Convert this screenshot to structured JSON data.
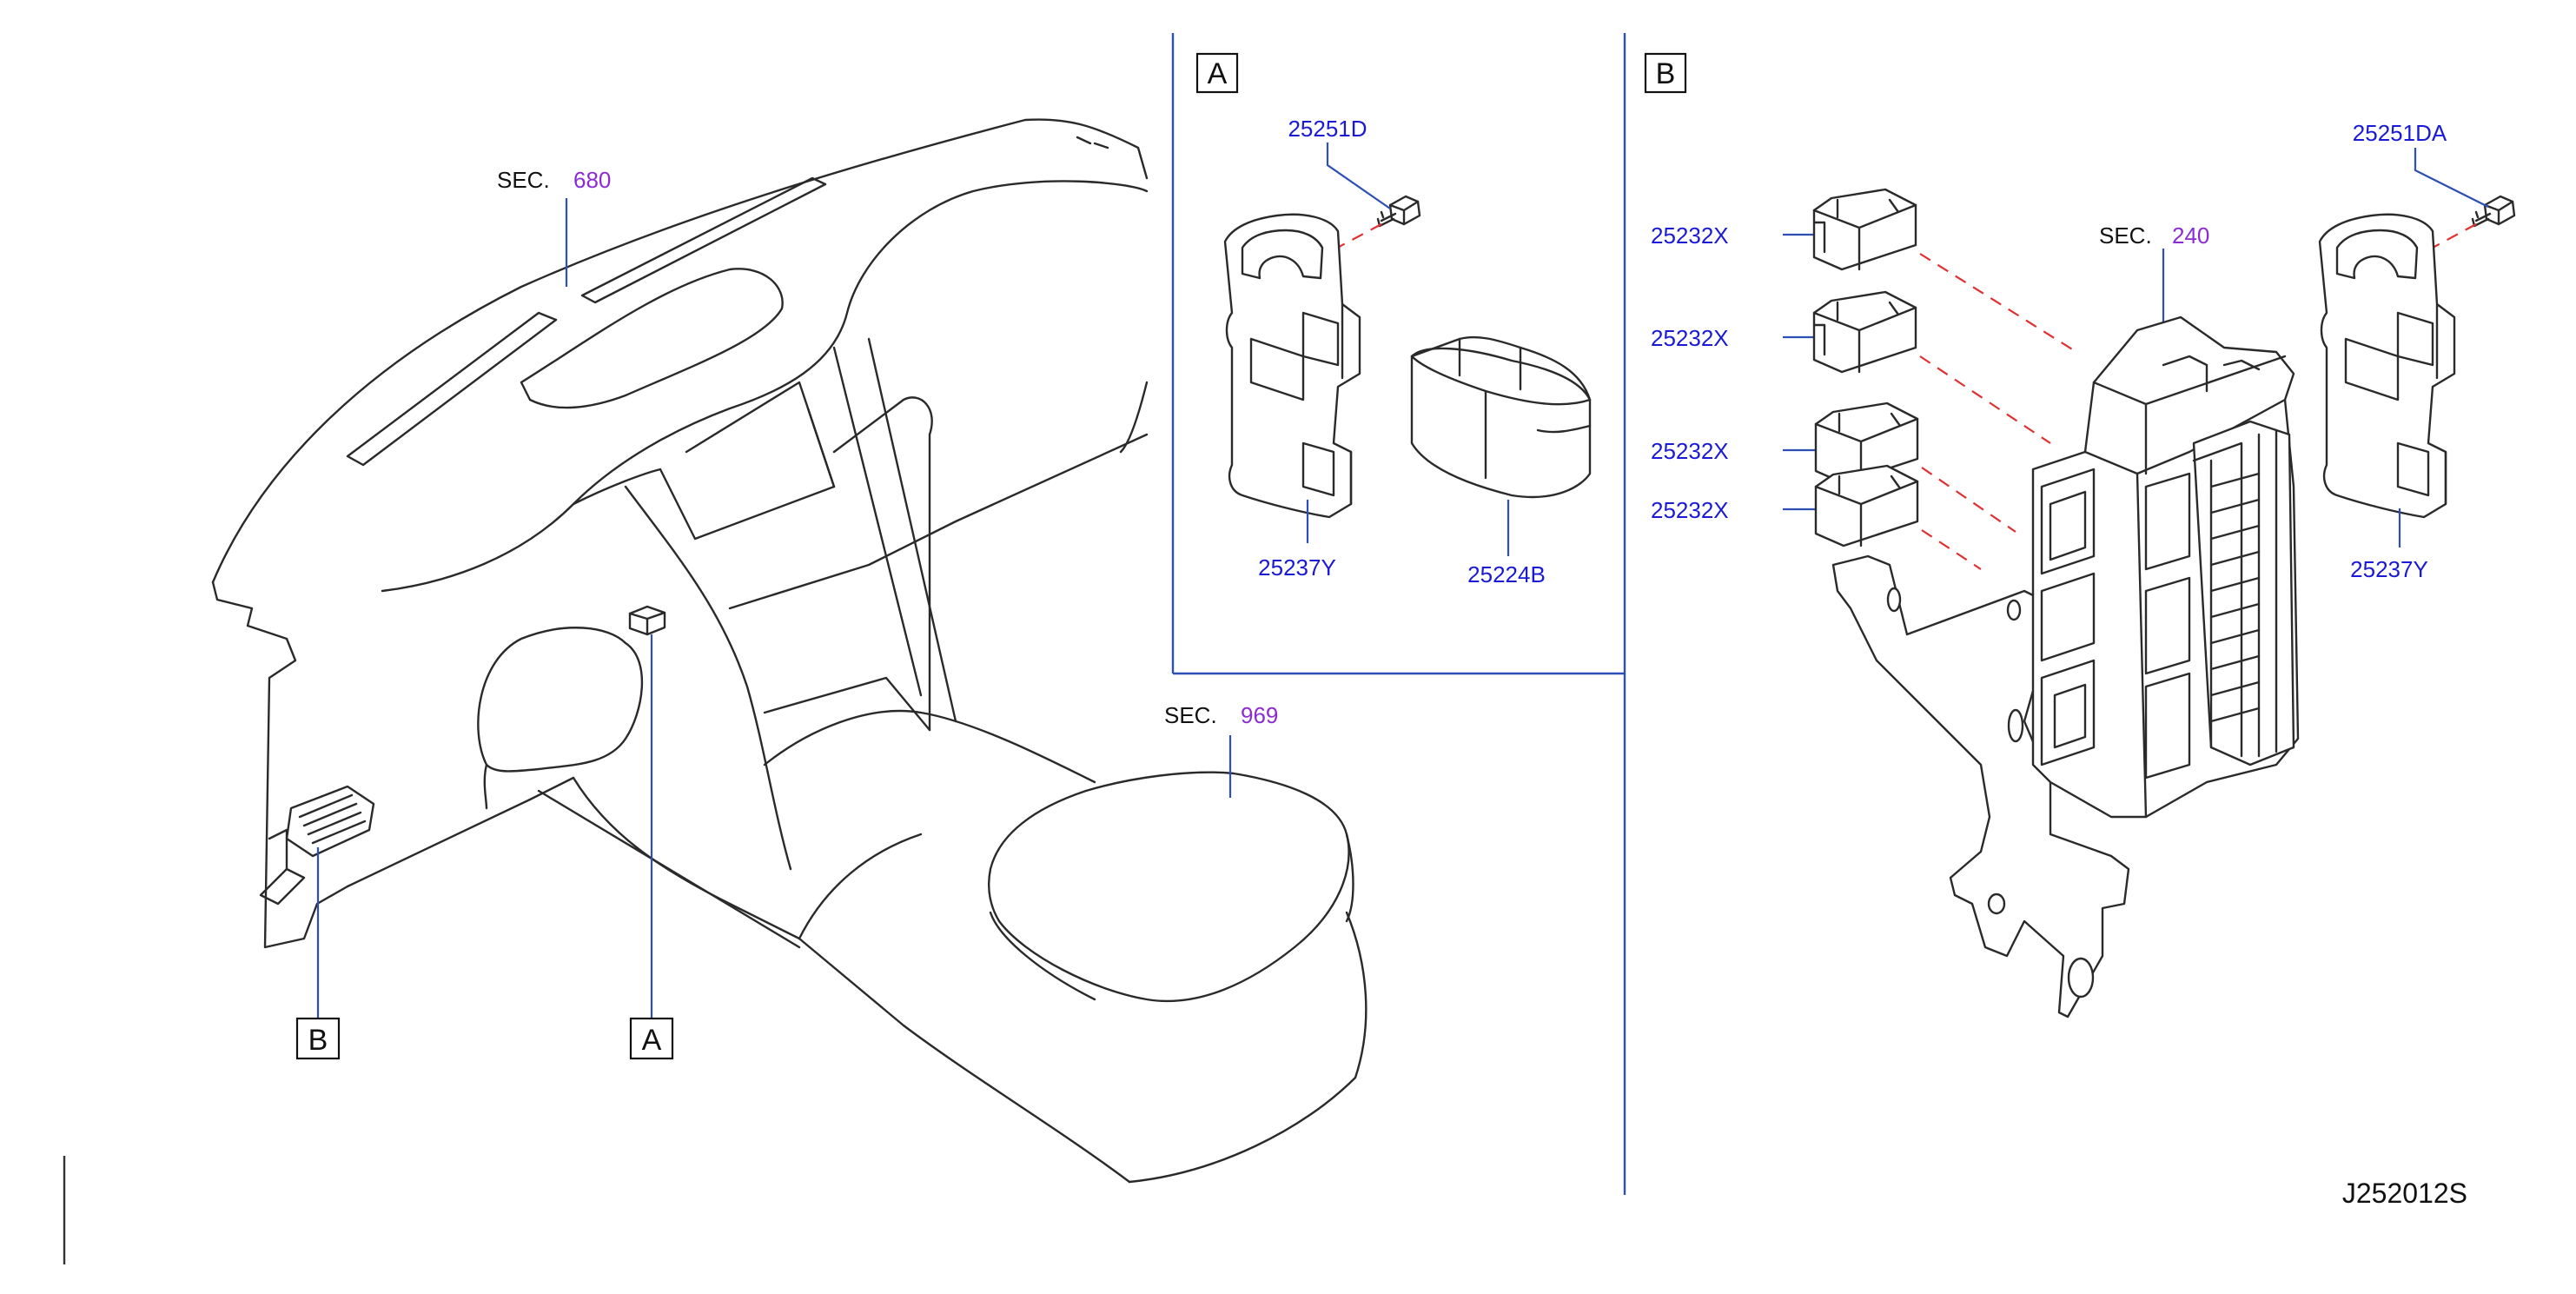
{
  "diagram_code": "J252012S",
  "section_prefix": "SEC.",
  "sections": {
    "instrument_panel": "680",
    "console": "969",
    "junction_block": "240"
  },
  "view_labels": {
    "a": "A",
    "b": "B"
  },
  "panel_a": {
    "bolt": "25251D",
    "bracket": "25237Y",
    "relay": "25224B"
  },
  "panel_b": {
    "bolt": "25251DA",
    "bracket": "25237Y",
    "relays": [
      "25232X",
      "25232X",
      "25232X",
      "25232X"
    ]
  },
  "colors": {
    "part_number": "#1a1ad6",
    "section_number": "#8b2bd6",
    "leader_line": "#2c4fb8",
    "dashed_guide": "#e03030",
    "outline": "#2a2a2a"
  }
}
